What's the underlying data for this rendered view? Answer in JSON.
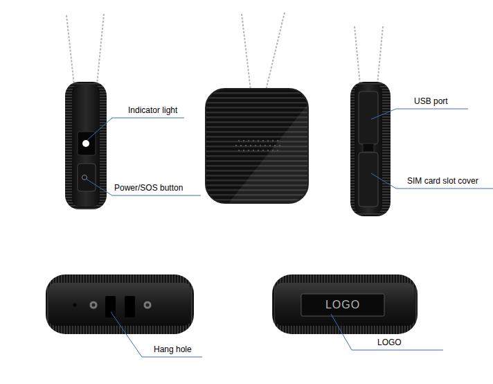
{
  "diagram": {
    "labels": [
      "Indicator light",
      "Power/SOS button",
      "USB port",
      "SIM card slot cover",
      "Hang hole",
      "LOGO",
      "LOGO"
    ]
  }
}
